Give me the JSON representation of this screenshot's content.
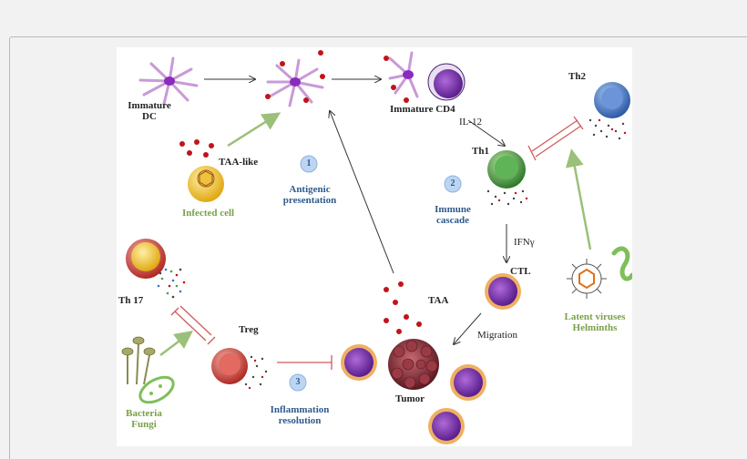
{
  "labels": {
    "immature_dc_1": "Immature",
    "immature_dc_2": "DC",
    "immature_cd4": "Immature CD4",
    "il12": "IL-12",
    "th2": "Th2",
    "th1": "Th1",
    "taa_like": "TAA-like",
    "infected_cell": "Infected cell",
    "step1": "1",
    "antigenic_1": "Antigenic",
    "antigenic_2": "presentation",
    "step2": "2",
    "immune_1": "Immune",
    "immune_2": "cascade",
    "ifng": "IFNγ",
    "ctl": "CTL",
    "th17": "Th 17",
    "taa": "TAA",
    "migration": "Migration",
    "latent_1": "Latent viruses",
    "latent_2": "Helminths",
    "treg": "Treg",
    "tumor": "Tumor",
    "step3": "3",
    "inflammation_1": "Inflammation",
    "inflammation_2": "resolution",
    "bacteria_1": "Bacteria",
    "bacteria_2": "Fungi"
  },
  "colors": {
    "dc_arm": "#c99ad8",
    "dc_nucleus": "#8a2bbf",
    "antigen_dot": "#c0141b",
    "th2_cell": "#3d72c4",
    "th1_cell": "#4fa046",
    "treg_cell": "#d94a44",
    "th17_cell": "#d7a21c",
    "ctl_cell": "#7b2db0",
    "tumor": "#8a2a33",
    "inhibit_red": "#d05a5a",
    "green_arrow": "#9bc07a",
    "step_badge": "#bcd5f2",
    "label_blue": "#2f5a8c",
    "label_green": "#7aa04a"
  }
}
